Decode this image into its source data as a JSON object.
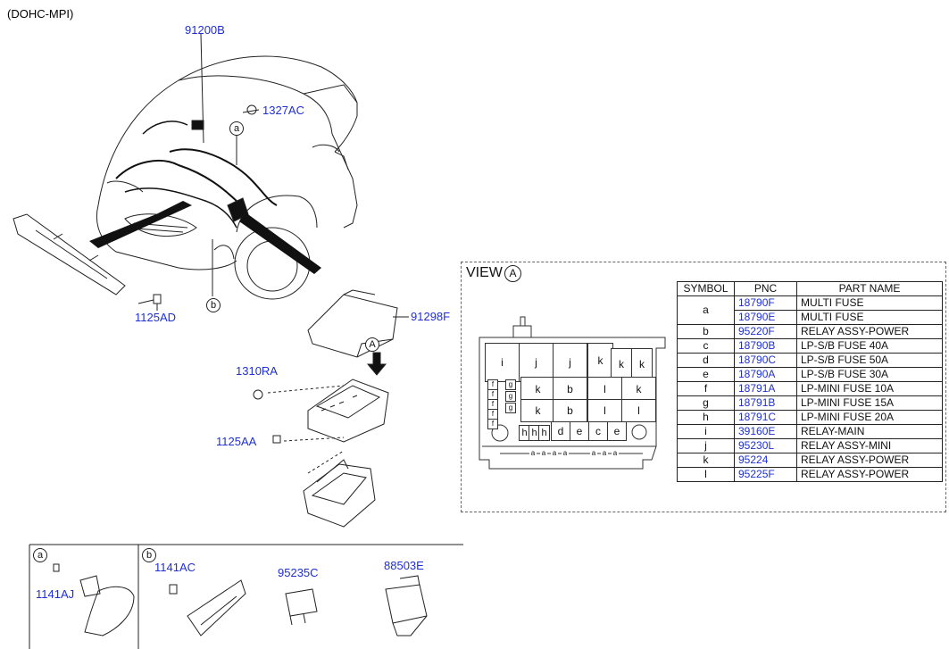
{
  "variant": "(DOHC-MPI)",
  "parts": {
    "harness": "91200B",
    "nut_top": "1327AC",
    "bolt_left": "1125AD",
    "cover": "91298F",
    "nut_mid": "1310RA",
    "bolt_mid": "1125AA",
    "bracket_a": "1141AJ",
    "bracket_b": "1141AC",
    "relay": "95235C",
    "module": "88503E"
  },
  "callouts": {
    "a": "a",
    "b": "b",
    "A": "A"
  },
  "view": {
    "title": "VIEW",
    "label": "A"
  },
  "table": {
    "headers": [
      "SYMBOL",
      "PNC",
      "PART NAME"
    ],
    "rows": [
      {
        "symbol": "a",
        "pnc": "18790F",
        "name": "MULTI FUSE"
      },
      {
        "symbol": "",
        "pnc": "18790E",
        "name": "MULTI FUSE"
      },
      {
        "symbol": "b",
        "pnc": "95220F",
        "name": "RELAY ASSY-POWER"
      },
      {
        "symbol": "c",
        "pnc": "18790B",
        "name": "LP-S/B FUSE 40A"
      },
      {
        "symbol": "d",
        "pnc": "18790C",
        "name": "LP-S/B FUSE 50A"
      },
      {
        "symbol": "e",
        "pnc": "18790A",
        "name": "LP-S/B FUSE 30A"
      },
      {
        "symbol": "f",
        "pnc": "18791A",
        "name": "LP-MINI FUSE 10A"
      },
      {
        "symbol": "g",
        "pnc": "18791B",
        "name": "LP-MINI FUSE 15A"
      },
      {
        "symbol": "h",
        "pnc": "18791C",
        "name": "LP-MINI FUSE 20A"
      },
      {
        "symbol": "i",
        "pnc": "39160E",
        "name": "RELAY-MAIN"
      },
      {
        "symbol": "j",
        "pnc": "95230L",
        "name": "RELAY ASSY-MINI"
      },
      {
        "symbol": "k",
        "pnc": "95224",
        "name": "RELAY ASSY-POWER"
      },
      {
        "symbol": "l",
        "pnc": "95225F",
        "name": "RELAY ASSY-POWER"
      }
    ]
  },
  "fusebox": {
    "top": [
      "i",
      "j",
      "j",
      "k",
      "k",
      "k"
    ],
    "row2": [
      "k",
      "b",
      "l",
      "k"
    ],
    "row3": [
      "k",
      "b",
      "l",
      "l"
    ],
    "row4": [
      "h",
      "h",
      "h",
      "d",
      "e",
      "c",
      "e"
    ],
    "small": [
      "a",
      "a",
      "a",
      "a",
      "a",
      "a",
      "a"
    ],
    "left_f": [
      "f",
      "f",
      "f",
      "f",
      "f"
    ],
    "left_g": [
      "g",
      "g",
      "g"
    ]
  }
}
